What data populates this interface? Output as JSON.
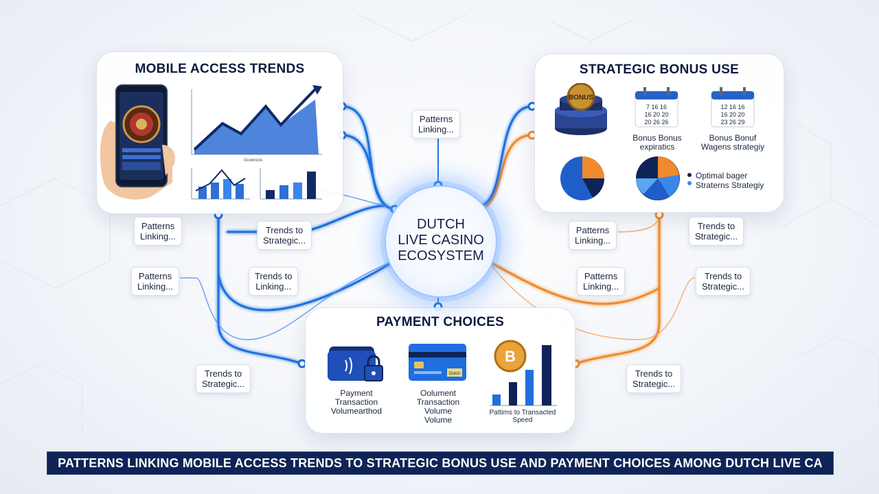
{
  "hub": {
    "label": "DUTCH\nLIVE CASINO\nECOSYSTEM"
  },
  "panels": {
    "mobile": {
      "title": "MOBILE ACCESS TRENDS",
      "chart_caption": "Gcoencos"
    },
    "bonus": {
      "title": "STRATEGIC BONUS USE",
      "coin_text": "BONUS",
      "calendar1": {
        "label": "Bonus Bonus\nexpiratics",
        "rows": [
          "7  16  16",
          "16  20  20",
          "20  26  26"
        ]
      },
      "calendar2": {
        "label": "Bonus Bonuf\nWagens strategiy",
        "rows": [
          "12  16  16",
          "16  20  20",
          "23  26  29"
        ]
      },
      "legend": "Optimal bager\nStraterns Strategiy"
    },
    "payment": {
      "title": "PAYMENT CHOICES",
      "items": [
        {
          "label": "Payment\nTransaction\nVolumearthod",
          "icon": "wallet-lock-icon"
        },
        {
          "label": "Oolument\nTransaction\nVolume\nVolume",
          "icon": "credit-card-icon",
          "card_text": "Dutch"
        },
        {
          "label": "Pattims to Transacted\nSpeed",
          "icon": "bitcoin-chart-icon",
          "coin_text": "B"
        }
      ]
    }
  },
  "tags": [
    "Patterns\nLinking...",
    "Patterns\nLinking...",
    "Trends to\nStrategic...",
    "Patterns\nLinking...",
    "Trends to\nLinking...",
    "Trends to\nStrategic...",
    "Patterns\nLinking...",
    "Trends to\nStrategic...",
    "Patterns\nLinking...",
    "Trends to\nStrategic...",
    "Trends to\nStrategic..."
  ],
  "banner": "PATTERNS LINKING MOBILE ACCESS TRENDS TO STRATEGIC BONUS USE AND PAYMENT CHOICES AMONG DUTCH LIVE CA",
  "colors": {
    "blue": "#1f6fe0",
    "orange": "#f08a2c",
    "navy": "#0f2456"
  }
}
